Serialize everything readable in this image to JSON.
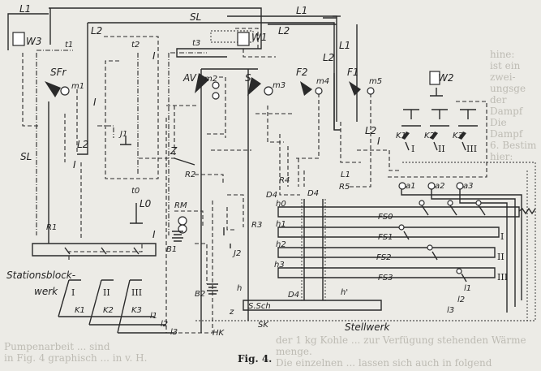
{
  "figure": {
    "caption": "Fig. 4.",
    "labels": {
      "L1_a": "L1",
      "L1_b": "L1",
      "L1_c": "L1",
      "L1_d": "L1",
      "L2_a": "L2",
      "L2_b": "L2",
      "L2_c": "L2",
      "L2_d": "L2",
      "L2_e": "L2",
      "SL_top": "SL",
      "SL_left": "SL",
      "W3": "W3",
      "W1": "W1",
      "W2": "W2",
      "t1": "t1",
      "t2": "t2",
      "t3": "t3",
      "t0": "t0",
      "SFr": "SFr",
      "m1": "m1",
      "m2": "m2",
      "m3": "m3",
      "m4": "m4",
      "m5": "m5",
      "AV": "AV",
      "S": "S",
      "F2": "F2",
      "F1": "F1",
      "J1": "J1",
      "J2": "J2",
      "Z": "Z",
      "R1": "R1",
      "R2": "R2",
      "R3": "R3",
      "R4": "R4",
      "R5": "R5",
      "RM": "RM",
      "B1": "B1",
      "B2": "B2",
      "L0": "L0",
      "K1p": "K1'",
      "K2p": "K2'",
      "K3p": "K3'",
      "a1": "a1",
      "a2": "a2",
      "a3": "a3",
      "h0": "h0",
      "h1": "h1",
      "h2": "h2",
      "h3": "h3",
      "h": "h",
      "hprime": "h'",
      "D4_a": "D4",
      "D4_b": "D4",
      "D4_c": "D4",
      "FS0": "FS0",
      "FS1": "FS1",
      "FS2": "FS2",
      "FS3": "FS3",
      "SSch": "S.Sch",
      "z": "z",
      "HK": "HK",
      "SK": "SK",
      "K1": "K1",
      "K2": "K2",
      "K3": "K3",
      "l1_a": "l1",
      "l2_a": "l2",
      "l3_a": "l3",
      "l1_b": "l1",
      "l2_b": "l2",
      "l3_b": "l3",
      "I_a": "I",
      "I_b": "I",
      "I_c": "I",
      "I_d": "I",
      "I_e": "I"
    },
    "roman": {
      "k_I": "I",
      "k_II": "II",
      "k_III": "III",
      "fs_I": "I",
      "fs_II": "II",
      "fs_III": "III",
      "sb_I": "I",
      "sb_II": "II",
      "sb_III": "III"
    },
    "stationsblock_line1": "Stationsblock-",
    "stationsblock_line2": "werk",
    "stellwerk": "Stellwerk"
  },
  "page_text": {
    "r1": "hine:",
    "r2": "ist ein zwei-",
    "r3": "ungsge",
    "r4": "der Dampf",
    "r5": "Die Dampf",
    "b1": "Pumpenarbeit ... sind",
    "b2": "in Fig. 4 graphisch ... in v. H.",
    "b3": "der 1 kg Kohle ... zur Verfügung stehenden Wärme",
    "b4": "menge.",
    "b5": "Die einzelnen ... lassen sich auch in folgend",
    "b6": "6. Bestim",
    "b7": "hier:"
  }
}
